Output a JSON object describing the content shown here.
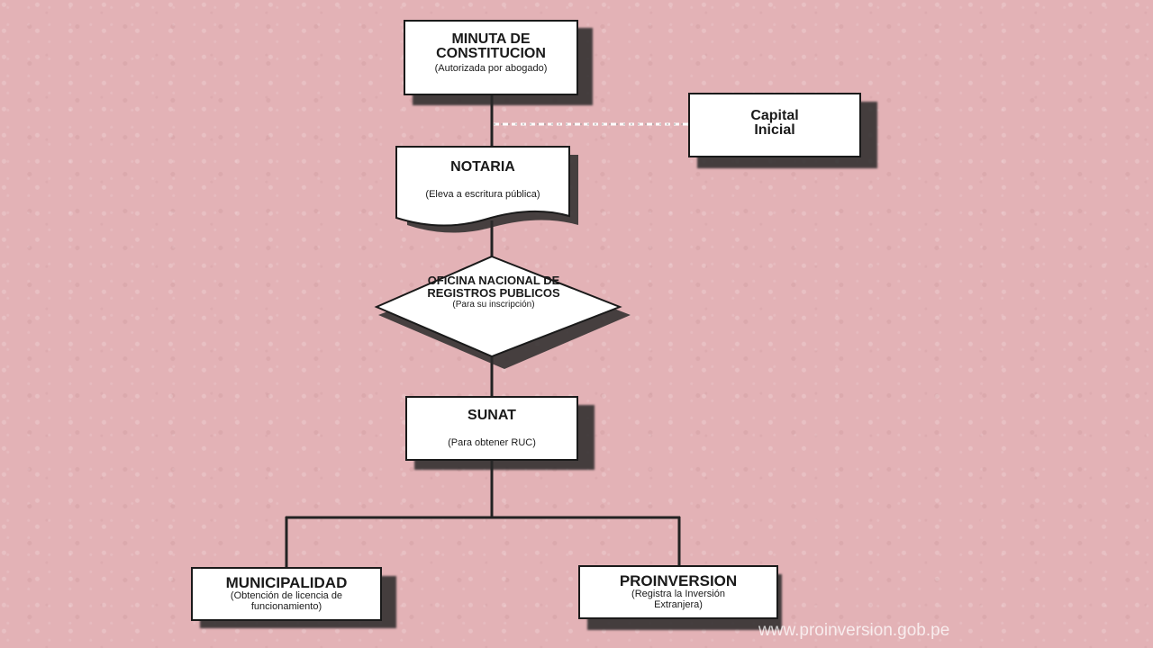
{
  "nodes": {
    "minuta": {
      "title": "MINUTA DE CONSTITUCION",
      "subtitle": "(Autorizada por abogado)"
    },
    "capital": {
      "title": "Capital Inicial"
    },
    "notaria": {
      "title": "NOTARIA",
      "subtitle": "(Eleva a escritura pública)"
    },
    "oficina": {
      "title": "OFICINA NACIONAL DE REGISTROS PUBLICOS",
      "subtitle": "(Para su inscripción)"
    },
    "sunat": {
      "title": "SUNAT",
      "subtitle": "(Para obtener RUC)"
    },
    "municipalidad": {
      "title": "MUNICIPALIDAD",
      "subtitle": "(Obtención de licencia de funcionamiento)"
    },
    "proinversion": {
      "title": "PROINVERSION",
      "subtitle": "(Registra la Inversión Extranjera)"
    }
  },
  "watermark": "www.proinversion.gob.pe",
  "colors": {
    "background": "#e3b2b6",
    "box_fill": "#ffffff",
    "border": "#1a1a1a"
  }
}
